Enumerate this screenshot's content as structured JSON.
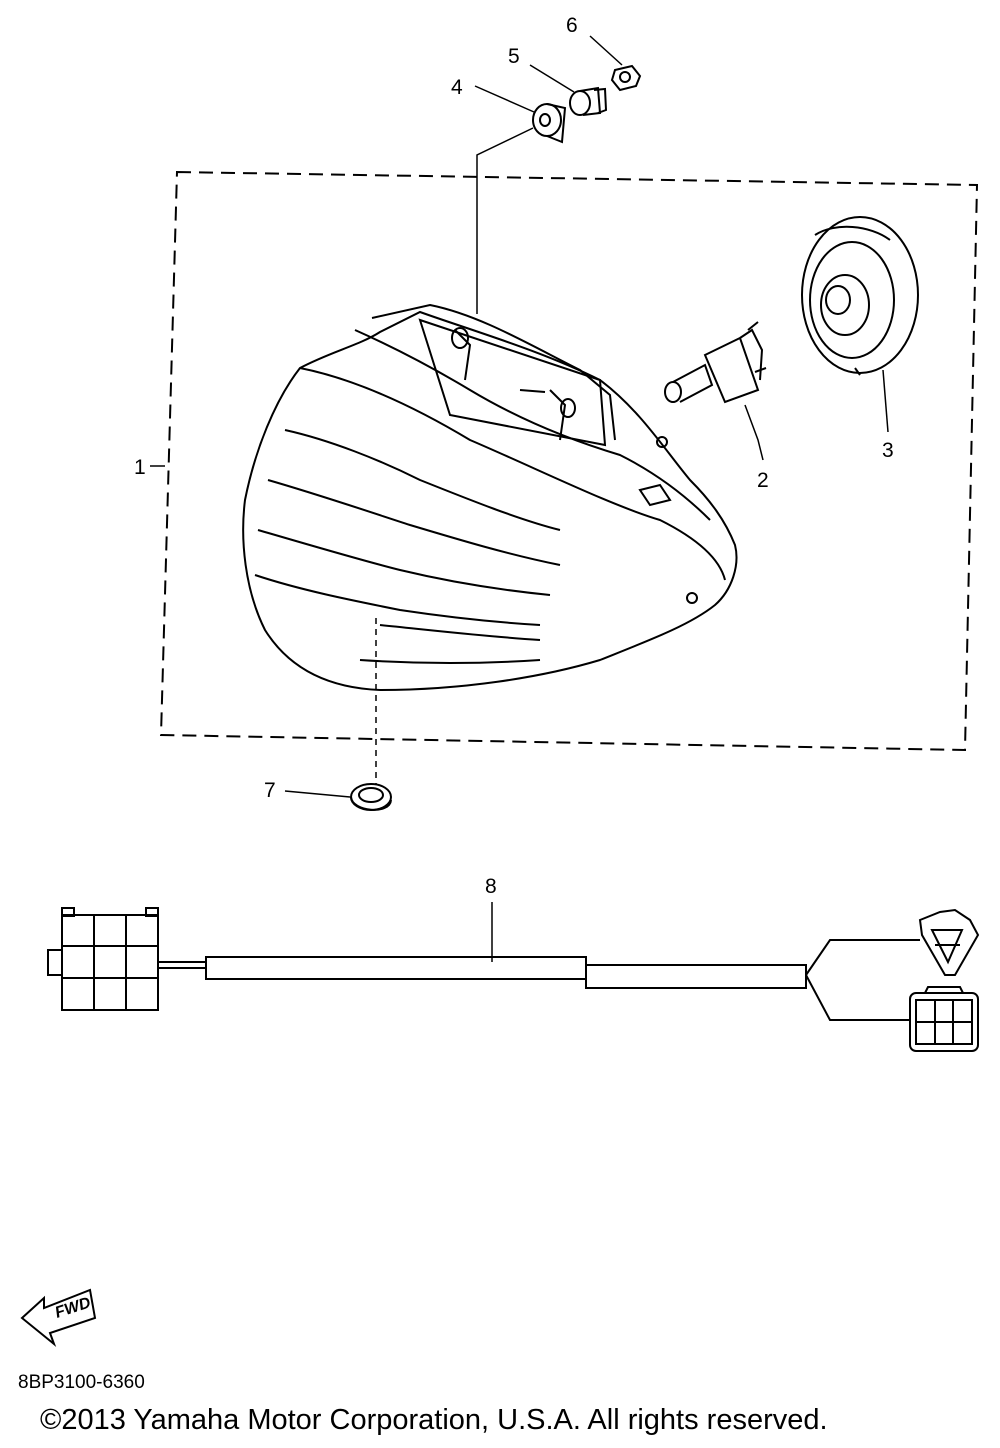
{
  "callouts": [
    {
      "id": "1",
      "label": "1"
    },
    {
      "id": "2",
      "label": "2"
    },
    {
      "id": "3",
      "label": "3"
    },
    {
      "id": "4",
      "label": "4"
    },
    {
      "id": "5",
      "label": "5"
    },
    {
      "id": "6",
      "label": "6"
    },
    {
      "id": "7",
      "label": "7"
    },
    {
      "id": "8",
      "label": "8"
    }
  ],
  "direction_marker": {
    "label": "FWD",
    "icon": "forward-arrow-icon"
  },
  "footer": {
    "part_code": "8BP3100-6360",
    "copyright": "©2013 Yamaha Motor Corporation, U.S.A. All rights reserved."
  }
}
